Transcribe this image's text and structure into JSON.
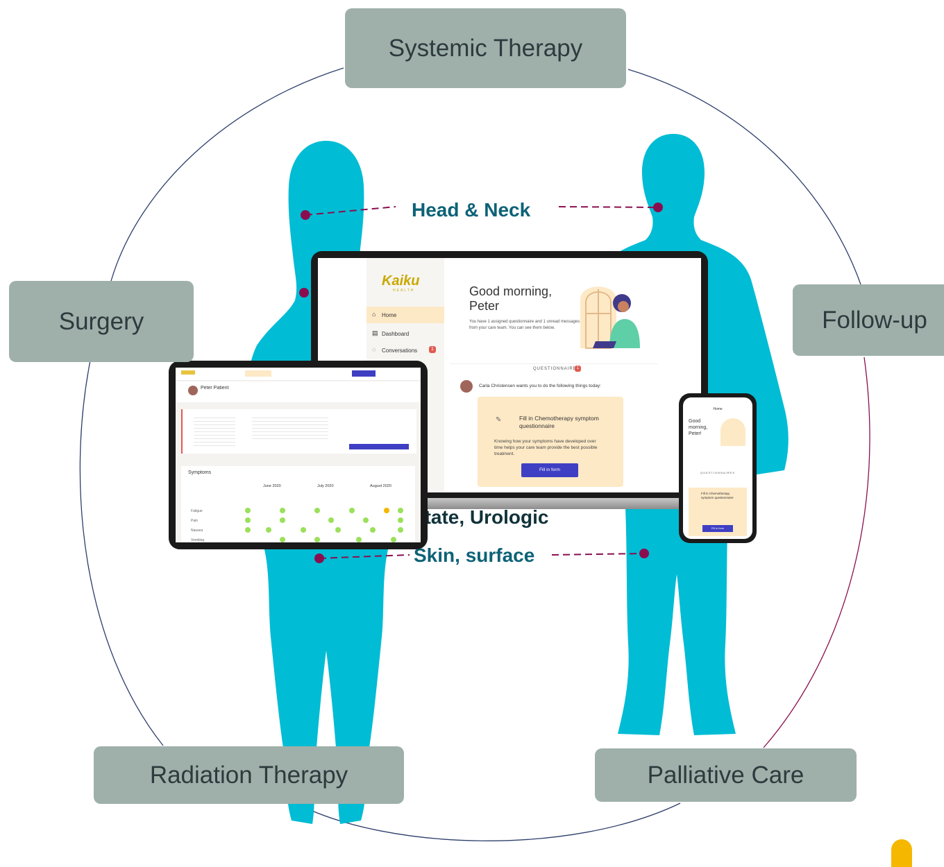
{
  "phases": {
    "systemic": "Systemic Therapy",
    "surgery": "Surgery",
    "followup": "Follow-up",
    "radiation": "Radiation Therapy",
    "palliative": "Palliative Care"
  },
  "anatomy": {
    "head_neck": "Head & Neck",
    "prostate": "state, Urologic",
    "skin": "Skin, surface"
  },
  "colors": {
    "silhouette": "#00bcd4",
    "phase_box": "#9fb0aa",
    "label_text": "#0d6277",
    "connector": "#8a0e4f",
    "accent_yellow": "#f5b700"
  },
  "laptop": {
    "brand": "Kaiku",
    "brand_sub": "HEALTH",
    "nav": [
      "Home",
      "Dashboard",
      "Conversations"
    ],
    "nav_badge": "1",
    "greeting": "Good morning, Peter",
    "intro": "You have 1 assigned questionnaire and 1 unread messages from your care team. You can see them below.",
    "section": "QUESTIONNAIRES",
    "section_badge": "1",
    "doctor_line": "Carla Christensen wants you to do the following things today:",
    "card_title": "Fill in Chemotherapy symptom questionnaire",
    "card_text": "Knowing how your symptoms have developed over time helps your care team provide the best possible treatment.",
    "card_button": "Fill in form"
  },
  "tablet": {
    "patient_name": "Peter Patient",
    "panel_title": "Symptoms",
    "months": [
      "June 2020",
      "July 2020",
      "August 2020"
    ],
    "rows": [
      "Fatigue",
      "Pain",
      "Nausea",
      "Vomiting"
    ]
  },
  "phone": {
    "title": "Home",
    "greeting": "Good morning, Peter!",
    "section": "QUESTIONNAIRES",
    "card_title": "Fill in Chemotherapy symptom questionnaire",
    "button": "Fill in form"
  }
}
